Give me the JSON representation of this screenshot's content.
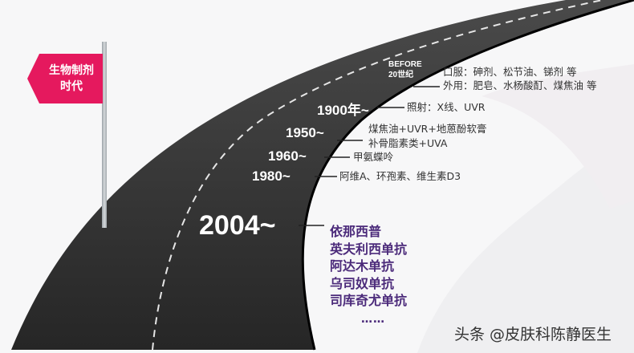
{
  "sign": {
    "label_line1": "生物制剂",
    "label_line2": "时代",
    "color": "#e5195e"
  },
  "milestones": [
    {
      "year": "BEFORE\n20世纪",
      "year_line1": "BEFORE",
      "year_line2": "20世纪",
      "lines": [
        "口服：砷剂、松节油、锑剂 等",
        "外用：肥皂、水杨酸酊、煤焦油 等"
      ]
    },
    {
      "year": "1900年~",
      "lines": [
        "照射：X线、UVR"
      ]
    },
    {
      "year": "1950~",
      "lines": [
        "煤焦油+UVR+地蒽酚软膏",
        "补骨脂素类+UVA"
      ]
    },
    {
      "year": "1960~",
      "lines": [
        "甲氨蝶呤"
      ]
    },
    {
      "year": "1980~",
      "lines": [
        "阿维A、环孢素、维生素D3"
      ]
    },
    {
      "year": "2004~",
      "lines": [
        "依那西普",
        "英夫利西单抗",
        "阿达木单抗",
        "乌司奴单抗",
        "司库奇尤单抗"
      ],
      "ellipsis": "……"
    }
  ],
  "colors": {
    "road": "#2e2e2e",
    "biologics_text": "#4b2a7a",
    "label_text": "#333333"
  },
  "watermark": "头条 @皮肤科陈静医生"
}
